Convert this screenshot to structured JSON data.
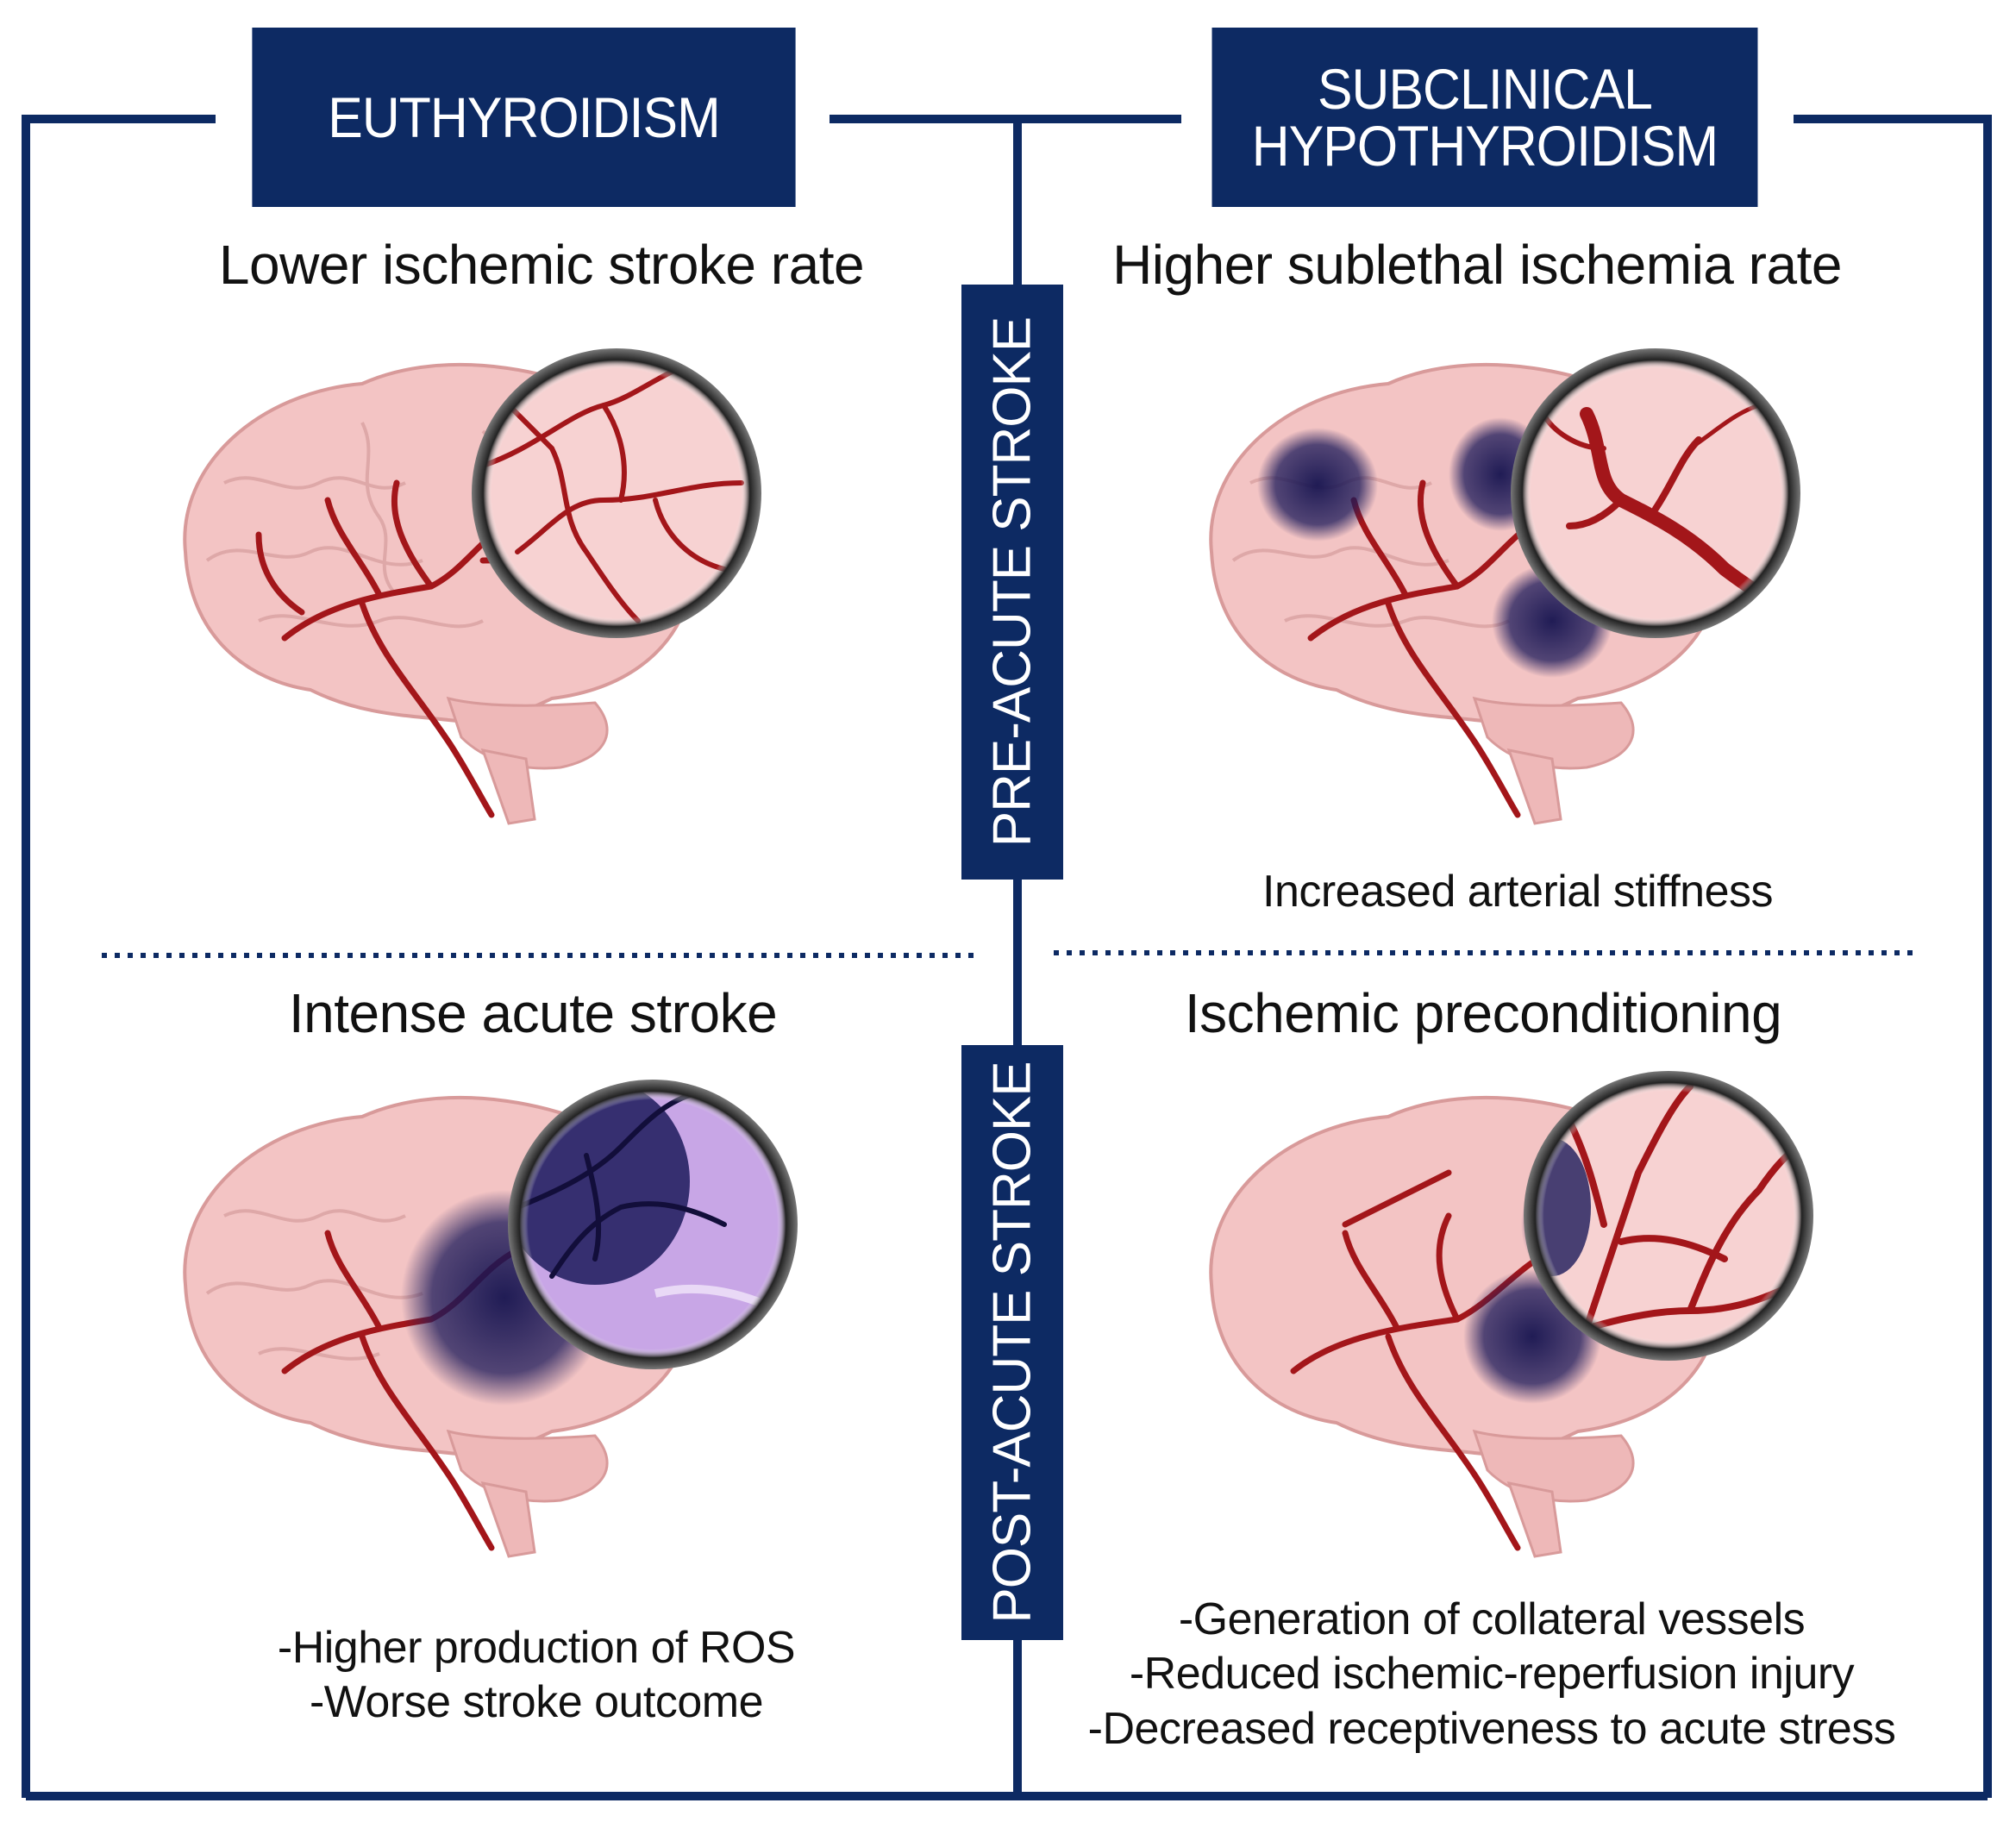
{
  "headers": {
    "left": "EUTHYROIDISM",
    "right_line1": "SUBCLINICAL",
    "right_line2": "HYPOTHYROIDISM"
  },
  "side_labels": {
    "top": "PRE-ACUTE STROKE",
    "bottom": "POST-ACUTE STROKE"
  },
  "panels": {
    "top_left": {
      "title": "Lower ischemic stroke rate"
    },
    "top_right": {
      "title": "Higher sublethal ischemia rate",
      "note": "Increased arterial stiffness"
    },
    "bottom_left": {
      "title": "Intense acute stroke",
      "notes": [
        "-Higher production of ROS",
        "-Worse stroke outcome"
      ]
    },
    "bottom_right": {
      "title": "Ischemic preconditioning",
      "notes": [
        "-Generation of collateral vessels",
        "-Reduced ischemic-reperfusion injury",
        "-Decreased receptiveness to acute stress"
      ]
    }
  },
  "colors": {
    "frame": "#0d2a63",
    "brain": "#f3c4c4",
    "vessel": "#a3161a",
    "ischemia": "#1c1a5a",
    "stroke_lens": "#c8a6e6"
  }
}
